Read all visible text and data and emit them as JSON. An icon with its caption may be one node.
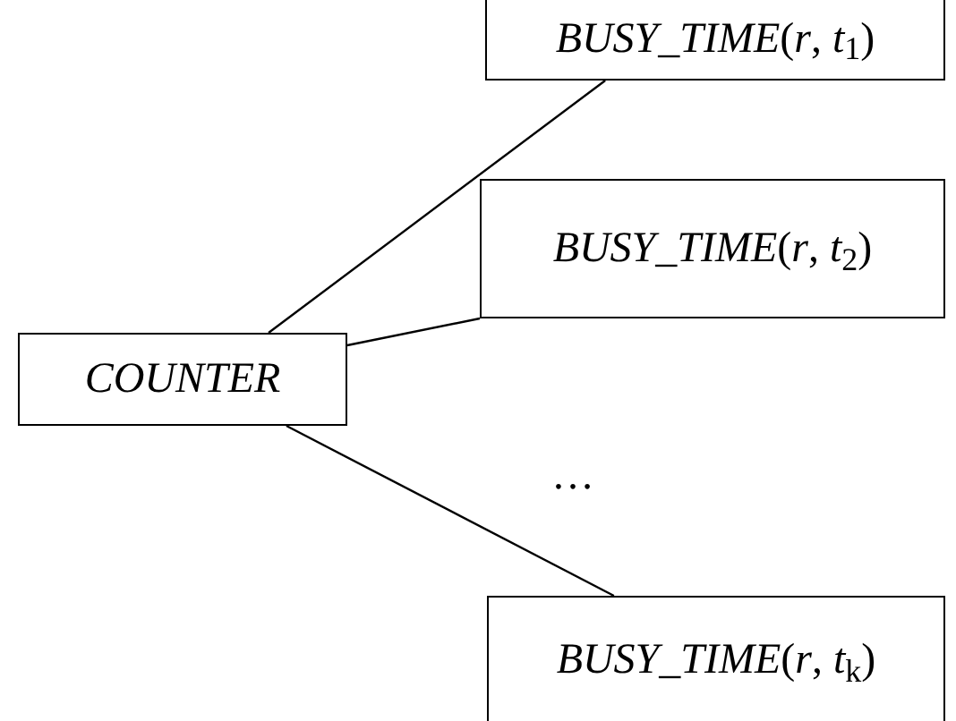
{
  "diagram": {
    "nodes": [
      {
        "text": [
          "*COUNTER*"
        ]
      },
      {
        "text": [
          "*BUSY_TIME*(*r*, *t*$_{1}$)"
        ]
      },
      {
        "text": [
          "*BUSY_TIME*(*r*, *t*$_{2}$)"
        ]
      },
      {
        "text": [
          "*BUSY_TIME*(*r*, *t*$_{k}$)"
        ]
      }
    ],
    "edges": [
      {
        "from": 0,
        "to": 1,
        "arrow": "none"
      },
      {
        "from": 0,
        "to": 2,
        "arrow": "none"
      },
      {
        "from": 0,
        "to": 3,
        "arrow": "none"
      }
    ],
    "labels": [
      "…"
    ]
  }
}
